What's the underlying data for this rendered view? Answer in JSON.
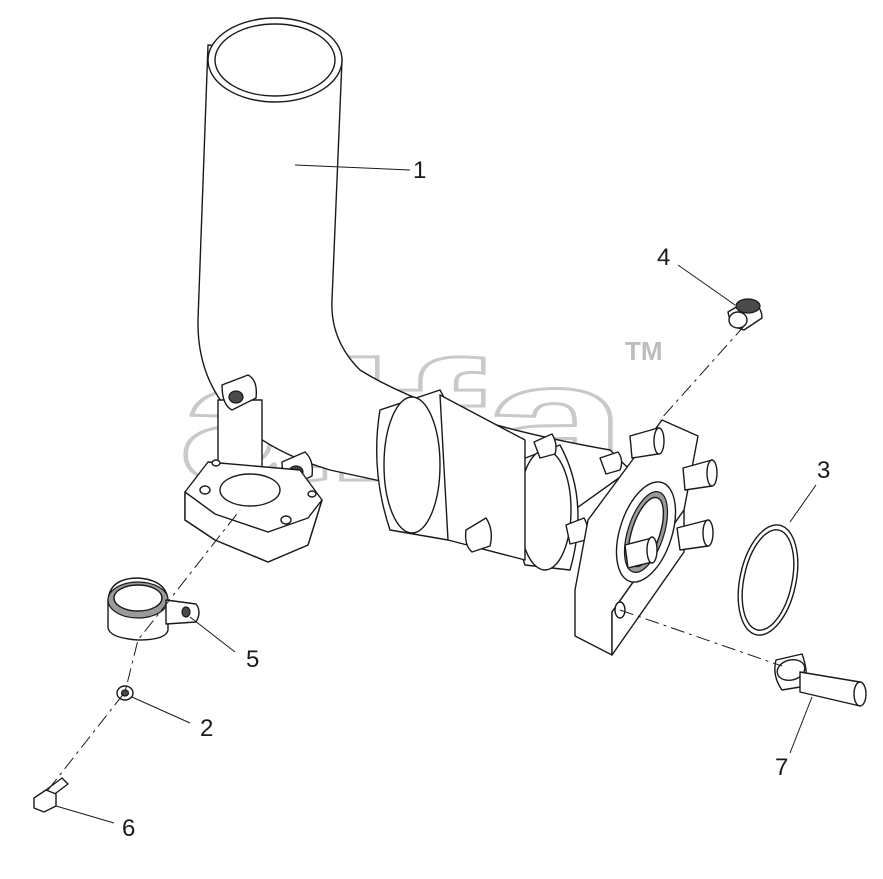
{
  "diagram": {
    "callouts": [
      {
        "id": "1",
        "label": "1"
      },
      {
        "id": "2",
        "label": "2"
      },
      {
        "id": "3",
        "label": "3"
      },
      {
        "id": "4",
        "label": "4"
      },
      {
        "id": "5",
        "label": "5"
      },
      {
        "id": "6",
        "label": "6"
      },
      {
        "id": "7",
        "label": "7"
      }
    ],
    "watermark": {
      "text": "alfa",
      "trademark": "TM"
    }
  }
}
